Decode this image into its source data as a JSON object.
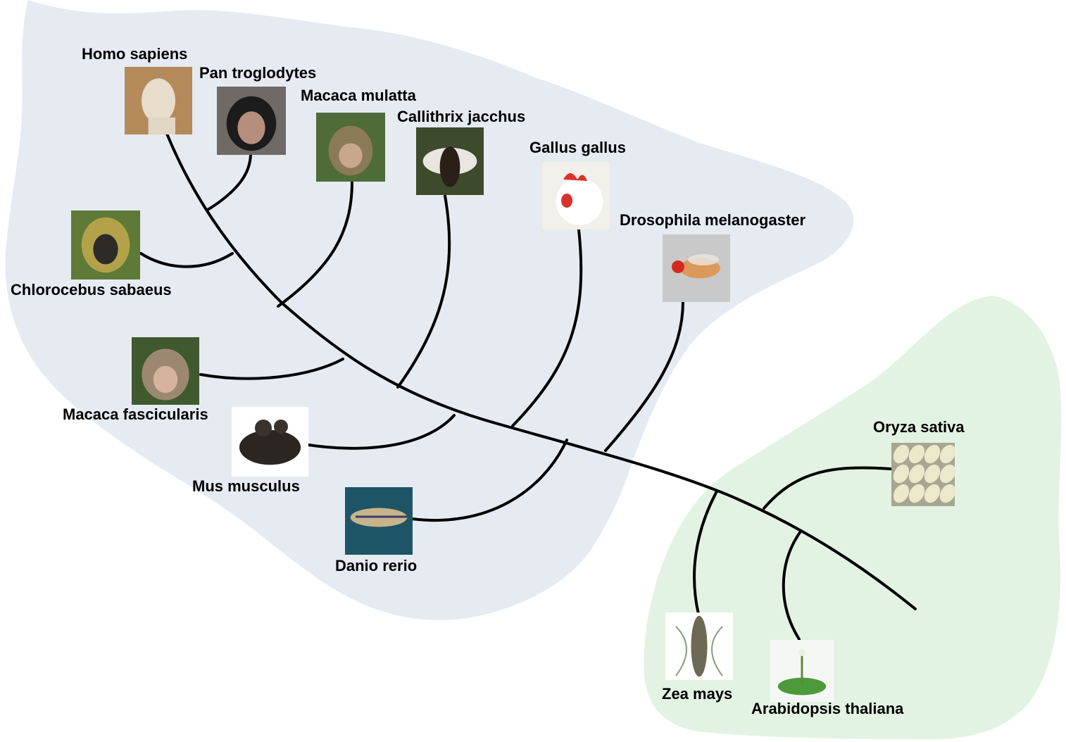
{
  "regions": {
    "animals": {
      "color": "#e6ebf2"
    },
    "plants": {
      "color": "#e3f3e3"
    }
  },
  "species": [
    {
      "id": "homo",
      "label": "Homo sapiens",
      "icon": "statue-head-icon",
      "thumb_color": "#b58a5a"
    },
    {
      "id": "pan",
      "label": "Pan troglodytes",
      "icon": "chimpanzee-icon",
      "thumb_color": "#6f6a66"
    },
    {
      "id": "mmul",
      "label": "Macaca mulatta",
      "icon": "rhesus-macaque-icon",
      "thumb_color": "#4f6b3a"
    },
    {
      "id": "cjac",
      "label": "Callithrix jacchus",
      "icon": "marmoset-icon",
      "thumb_color": "#3d4a2c"
    },
    {
      "id": "gallus",
      "label": "Gallus gallus",
      "icon": "chicken-icon",
      "thumb_color": "#f2f0ea"
    },
    {
      "id": "dros",
      "label": "Drosophila melanogaster",
      "icon": "fruit-fly-icon",
      "thumb_color": "#c9c9c9"
    },
    {
      "id": "chloro",
      "label": "Chlorocebus sabaeus",
      "icon": "green-monkey-icon",
      "thumb_color": "#5e7a36"
    },
    {
      "id": "mfas",
      "label": "Macaca fascicularis",
      "icon": "crab-eating-macaque-icon",
      "thumb_color": "#3f5a2e"
    },
    {
      "id": "mus",
      "label": "Mus musculus",
      "icon": "mouse-icon",
      "thumb_color": "#ffffff"
    },
    {
      "id": "danio",
      "label": "Danio rerio",
      "icon": "zebrafish-icon",
      "thumb_color": "#1e5566"
    },
    {
      "id": "oryza",
      "label": "Oryza sativa",
      "icon": "rice-grains-icon",
      "thumb_color": "#a7a691"
    },
    {
      "id": "zea",
      "label": "Zea mays",
      "icon": "maize-cob-icon",
      "thumb_color": "#ffffff"
    },
    {
      "id": "arab",
      "label": "Arabidopsis thaliana",
      "icon": "arabidopsis-plant-icon",
      "thumb_color": "#f5f7f5"
    }
  ]
}
